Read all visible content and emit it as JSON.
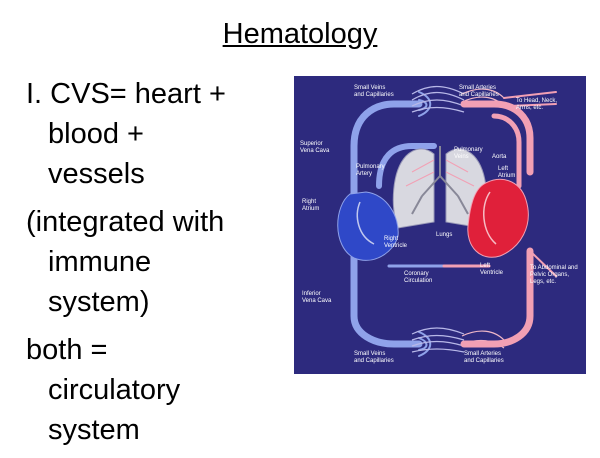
{
  "slide": {
    "title": "Hematology",
    "bullets": [
      {
        "lines": [
          "I. CVS= heart +",
          "blood +",
          "vessels"
        ]
      },
      {
        "lines": [
          "(integrated with",
          "immune",
          "system)"
        ]
      },
      {
        "lines": [
          "both =",
          "circulatory",
          "system"
        ]
      }
    ]
  },
  "diagram": {
    "labels": {
      "small_veins_top": [
        "Small Veins",
        "and Capillaries"
      ],
      "small_arteries_top": [
        "Small Arteries",
        "and Capillaries"
      ],
      "to_head": [
        "To Head, Neck,",
        "Arms, etc."
      ],
      "superior_vena_cava": [
        "Superior",
        "Vena Cava"
      ],
      "pulmonary_veins": [
        "Pulmonary",
        "Veins"
      ],
      "aorta": [
        "Aorta"
      ],
      "pulmonary_artery": [
        "Pulmonary",
        "Artery"
      ],
      "left_atrium": [
        "Left",
        "Atrium"
      ],
      "right_atrium": [
        "Right",
        "Atrium"
      ],
      "lungs": [
        "Lungs"
      ],
      "right_ventricle": [
        "Right",
        "Ventricle"
      ],
      "left_ventricle": [
        "Left",
        "Ventricle"
      ],
      "to_abdominal": [
        "To Abdominal and",
        "Pelvic Organs,",
        "Legs, etc."
      ],
      "coronary_circulation": [
        "Coronary",
        "Circulation"
      ],
      "inferior_vena_cava": [
        "Inferior",
        "Vena Cava"
      ],
      "small_veins_bottom": [
        "Small Veins",
        "and Capillaries"
      ],
      "small_arteries_bottom": [
        "Small Arteries",
        "and Capillaries"
      ]
    },
    "colors": {
      "background": "#2d2a7e",
      "venous": "#8fa2ea",
      "arterial": "#f2a0b4",
      "heart_right": "#2f48c8",
      "heart_left": "#e0203a",
      "lungs": "#d8d8e0"
    }
  }
}
